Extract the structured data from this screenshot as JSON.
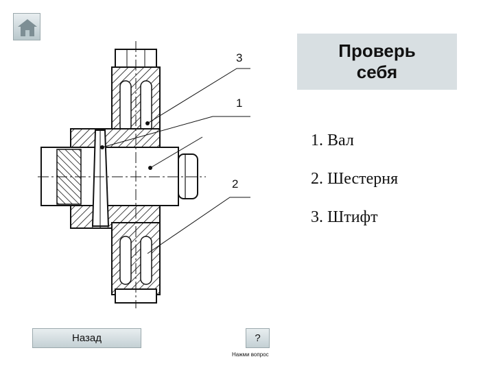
{
  "title": "Проверь себя",
  "callouts": {
    "one": "1",
    "two": "2",
    "three": "3"
  },
  "answers": [
    "1. Вал",
    "2. Шестерня",
    "3. Штифт"
  ],
  "buttons": {
    "back": "Назад",
    "question": "?",
    "question_hint": "Нажми вопрос"
  },
  "icons": {
    "home": "home-icon"
  },
  "colors": {
    "panel": "#d8dfe2",
    "button": "#c4d0d4",
    "ink": "#111111"
  }
}
